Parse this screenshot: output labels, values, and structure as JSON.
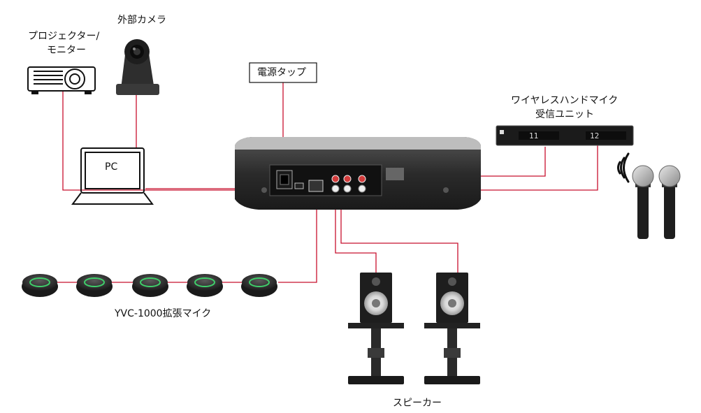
{
  "labels": {
    "camera": "外部カメラ",
    "projector_line1": "プロジェクター/",
    "projector_line2": "モニター",
    "power_strip": "電源タップ",
    "wireless_line1": "ワイヤレスハンドマイク",
    "wireless_line2": "受信ユニット",
    "pc": "PC",
    "expansion_mics": "YVC-1000拡張マイク",
    "speakers": "スピーカー"
  },
  "receiver_display": {
    "ch1": "11",
    "ch2": "12"
  },
  "colors": {
    "cable": "#c8102e",
    "device_dark": "#2a2a2a",
    "mic_ring": "#3fcf6a"
  },
  "counts": {
    "expansion_mics": 5,
    "speakers": 2,
    "handheld_mics": 2
  }
}
